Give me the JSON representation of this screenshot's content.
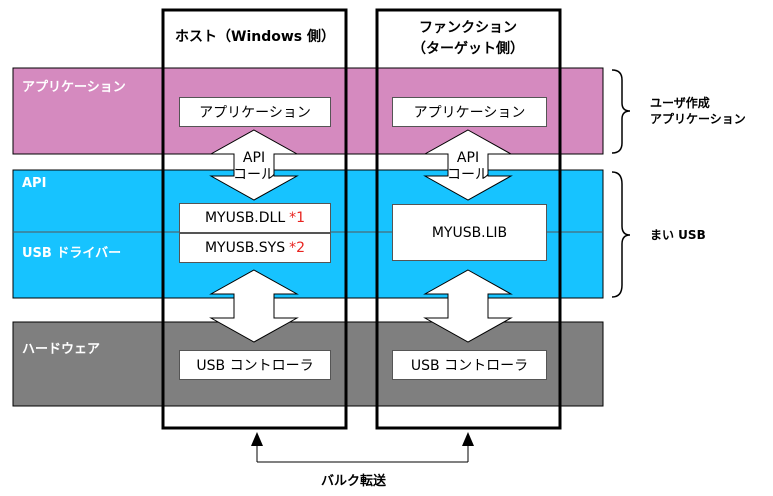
{
  "columns": {
    "host_title": "ホスト（Windows 側）",
    "function_title_line1": "ファンクション",
    "function_title_line2": "（ターゲット側）"
  },
  "layers": {
    "application": "アプリケーション",
    "api": "API",
    "usb_driver": "USB ドライバー",
    "hardware": "ハードウェア"
  },
  "host": {
    "app_box": "アプリケーション",
    "api_call_line1": "API",
    "api_call_line2": "コール",
    "dll_text": "MYUSB.DLL",
    "dll_note": "*1",
    "sys_text": "MYUSB.SYS",
    "sys_note": "*2",
    "controller": "USB コントローラ"
  },
  "function": {
    "app_box": "アプリケーション",
    "api_call_line1": "API",
    "api_call_line2": "コール",
    "lib": "MYUSB.LIB",
    "controller": "USB コントローラ"
  },
  "braces": {
    "user_line1": "ユーザ作成",
    "user_line2": "アプリケーション",
    "mai_usb": "まい USB"
  },
  "bulk_transfer": "バルク転送",
  "colors": {
    "application_band": "#d58abf",
    "api_band": "#17c3ff",
    "hardware_band": "#7f7f7f",
    "note_red": "#e8231f"
  }
}
